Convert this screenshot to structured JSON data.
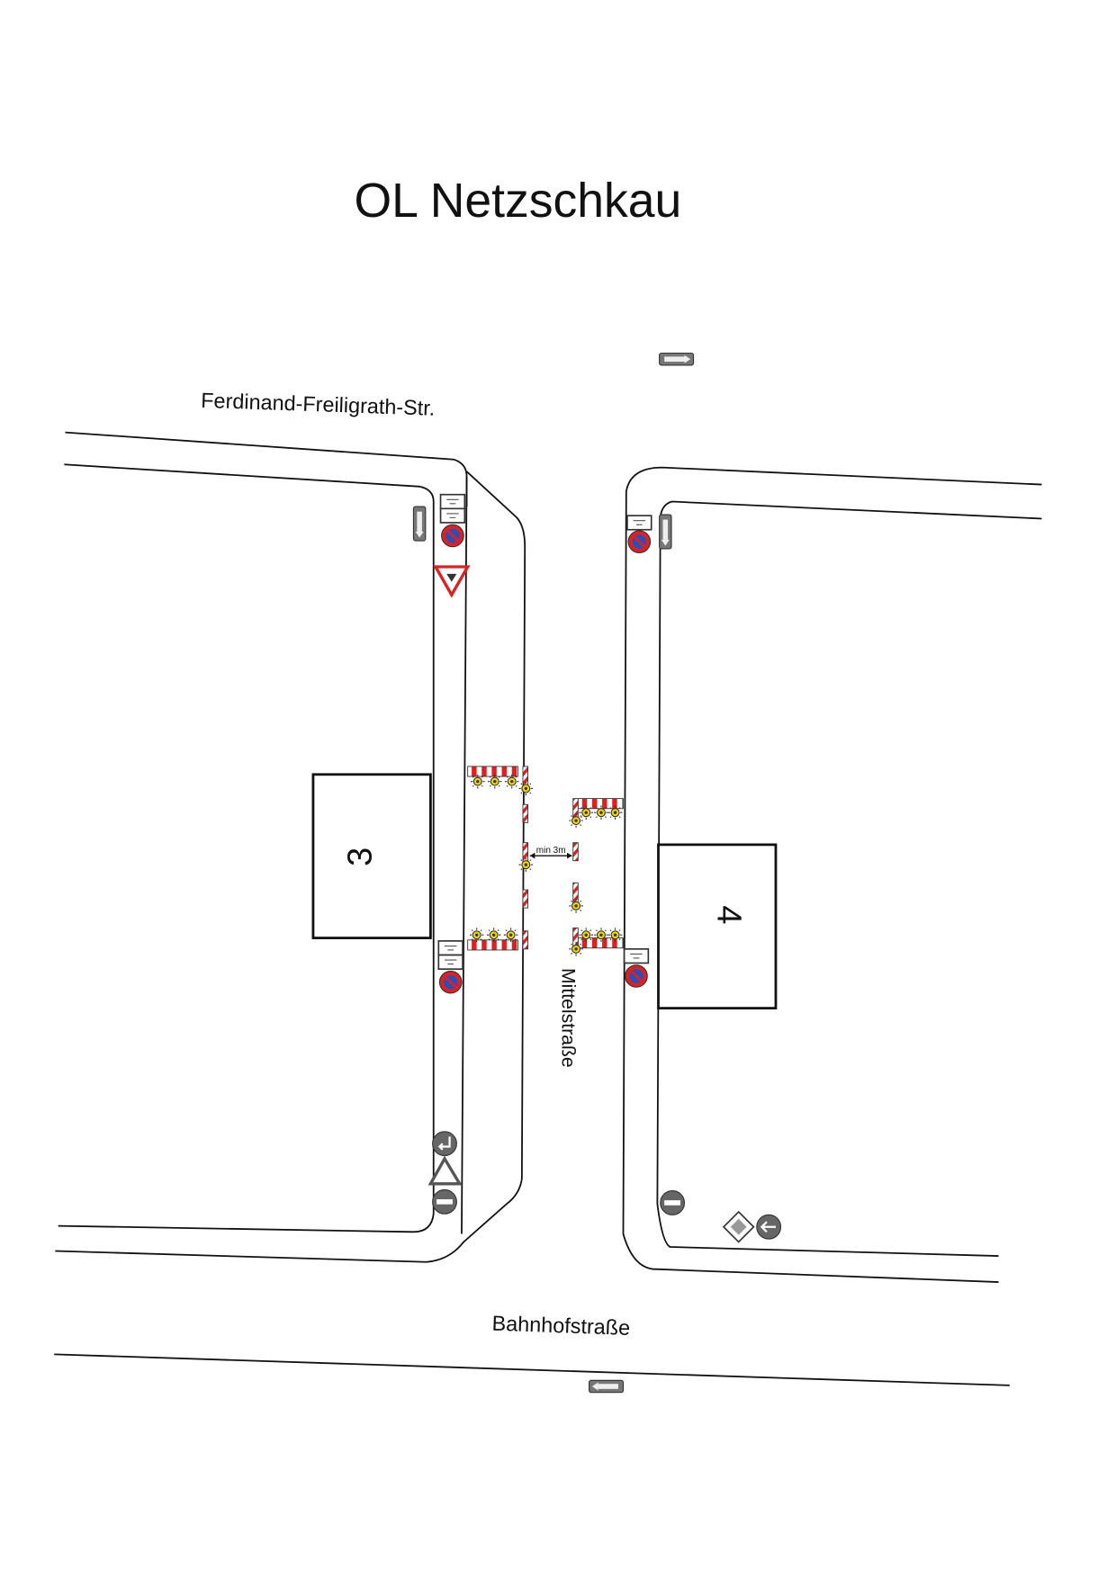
{
  "title": "OL Netzschkau",
  "streets": {
    "top": "Ferdinand-Freiligrath-Str.",
    "middle": "Mittelstraße",
    "bottom": "Bahnhofstraße"
  },
  "buildings": {
    "left": "3",
    "right": "4"
  },
  "annotations": {
    "gap": "min 3m"
  },
  "colors": {
    "barrier_red": "#e02020",
    "sign_blue": "#2a4fb8",
    "lamp_yellow": "#f2d400",
    "sign_grey": "#666666"
  }
}
